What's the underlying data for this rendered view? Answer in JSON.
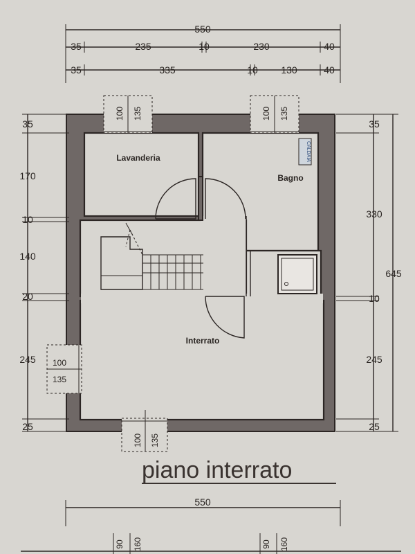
{
  "title": "piano interrato",
  "rooms": {
    "laundry": "Lavanderia",
    "bathroom": "Bagno",
    "basement": "Interrato",
    "boiler": "CALDAIA"
  },
  "dimensions": {
    "top_total": "550",
    "top_row1": [
      "35",
      "235",
      "10",
      "230",
      "40"
    ],
    "top_row2": [
      "35",
      "335",
      "10",
      "130",
      "40"
    ],
    "left": [
      "35",
      "170",
      "10",
      "140",
      "20",
      "245",
      "25"
    ],
    "right": [
      "35",
      "330",
      "10",
      "245",
      "25"
    ],
    "right_total": "645",
    "bottom_total": "550",
    "bottom_partial": [
      "90",
      "160",
      "90",
      "160"
    ]
  },
  "windows": {
    "top_left": [
      "100",
      "135"
    ],
    "top_right": [
      "100",
      "135"
    ],
    "left": [
      "100",
      "135"
    ],
    "bottom": [
      "100",
      "135"
    ]
  }
}
